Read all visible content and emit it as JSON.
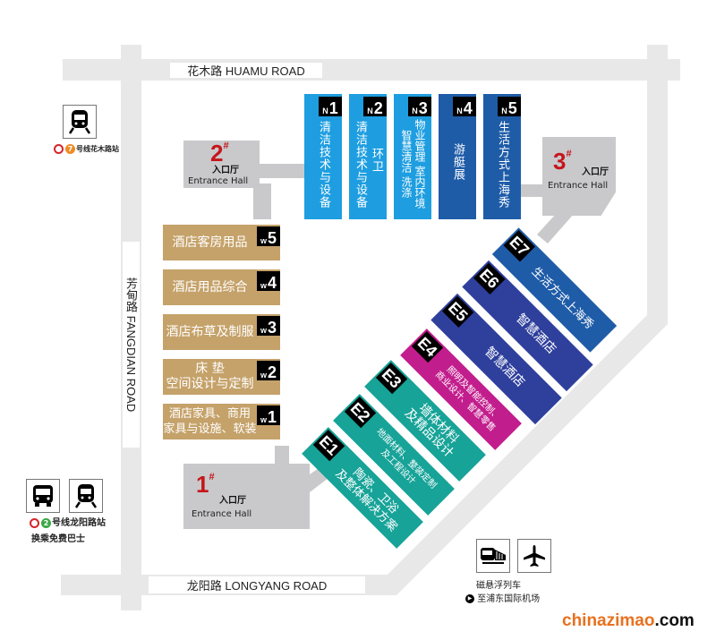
{
  "roads": {
    "top": "花木路  HUAMU ROAD",
    "left": "芳甸路  FANGDIAN ROAD",
    "bottom": "龙阳路  LONGYANG ROAD"
  },
  "entrance_halls": [
    {
      "num": "1",
      "mark": "#",
      "cn": "入口厅",
      "en": "Entrance Hall"
    },
    {
      "num": "2",
      "mark": "#",
      "cn": "入口厅",
      "en": "Entrance Hall"
    },
    {
      "num": "3",
      "mark": "#",
      "cn": "入口厅",
      "en": "Entrance Hall"
    }
  ],
  "north_halls": [
    {
      "prefix": "N",
      "num": "1",
      "columns": [
        "清洁技术与设备"
      ]
    },
    {
      "prefix": "N",
      "num": "2",
      "columns": [
        "环卫",
        "清洁技术与设备"
      ]
    },
    {
      "prefix": "N",
      "num": "3",
      "columns": [
        "物业管理 室内环境",
        "智慧清洁 洗涤"
      ]
    },
    {
      "prefix": "N",
      "num": "4",
      "columns": [
        "游艇展"
      ]
    },
    {
      "prefix": "N",
      "num": "5",
      "columns": [
        "生活方式上海秀"
      ]
    }
  ],
  "west_halls": [
    {
      "prefix": "w",
      "num": "5",
      "lines": [
        "酒店客房用品"
      ]
    },
    {
      "prefix": "w",
      "num": "4",
      "lines": [
        "酒店用品综合"
      ]
    },
    {
      "prefix": "w",
      "num": "3",
      "lines": [
        "酒店布草及制服"
      ]
    },
    {
      "prefix": "w",
      "num": "2",
      "lines": [
        "床 垫",
        "空间设计与定制"
      ]
    },
    {
      "prefix": "w",
      "num": "1",
      "lines": [
        "酒店家具、商用",
        "家具与设施、软装"
      ]
    }
  ],
  "east_halls": [
    {
      "label": "E1",
      "lines": [
        "陶瓷、卫浴",
        "及整体解决方案"
      ]
    },
    {
      "label": "E2",
      "lines": [
        "地面材料、整装定制",
        "及工程设计"
      ]
    },
    {
      "label": "E3",
      "lines": [
        "墙体材料",
        "及精品设计"
      ]
    },
    {
      "label": "E4",
      "lines": [
        "照明及智能控制、",
        "商业设计、智慧零售"
      ]
    },
    {
      "label": "E5",
      "lines": [
        "智慧酒店"
      ]
    },
    {
      "label": "E6",
      "lines": [
        "智慧酒店"
      ]
    },
    {
      "label": "E7",
      "lines": [
        "生活方式上海秀"
      ]
    }
  ],
  "transit": {
    "north_metro": {
      "line": "7",
      "station": "号线花木路站",
      "icon": "metro-icon"
    },
    "south_metro": {
      "line": "2",
      "station": "号线龙阳路站",
      "note": "换乘免费巴士",
      "icons": [
        "bus-icon",
        "metro-icon"
      ]
    },
    "maglev": {
      "label": "磁悬浮列车",
      "destination": "至浦东国际机场",
      "icons": [
        "maglev-train-icon",
        "airplane-icon"
      ]
    }
  },
  "watermark": {
    "part1": "chinazimao",
    "part2": ".com"
  },
  "colors": {
    "road": "#e8e8e8",
    "entrance_hall": "#c9c9cb",
    "hall_number": "#c4161c",
    "n_light": "#1e9ee0",
    "n_dark": "#1f5ca8",
    "west": "#c5a26a",
    "east_teal": "#17a398",
    "east_magenta": "#c21d8d",
    "east_indigo": "#2e3f9c",
    "east_blue": "#1f5ca8",
    "line7": "#f08a24",
    "line2": "#3aa845",
    "watermark_orange": "#e8711e"
  }
}
